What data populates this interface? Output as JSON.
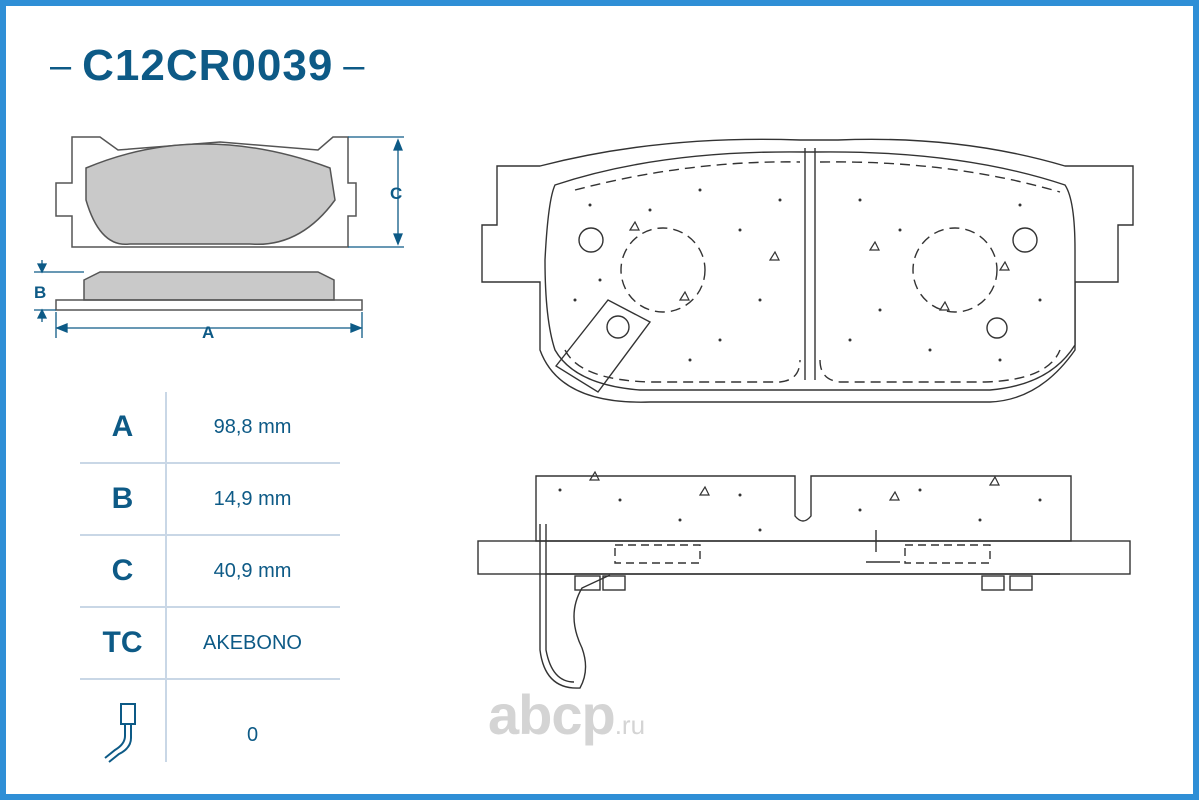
{
  "title": "C12CR0039",
  "specs": [
    {
      "key": "A",
      "value": "98,8 mm"
    },
    {
      "key": "B",
      "value": "14,9 mm"
    },
    {
      "key": "C",
      "value": "40,9 mm"
    },
    {
      "key": "TC",
      "value": "AKEBONO"
    },
    {
      "key_icon": "wear-sensor-icon",
      "value": "0"
    }
  ],
  "diagram_labels": {
    "a": "A",
    "b": "B",
    "c": "C"
  },
  "watermark": {
    "main": "abcp",
    "suffix": ".ru"
  },
  "colors": {
    "accent": "#0d5a86",
    "frame": "#2f8fd6",
    "pad": "#c9c9c9"
  }
}
